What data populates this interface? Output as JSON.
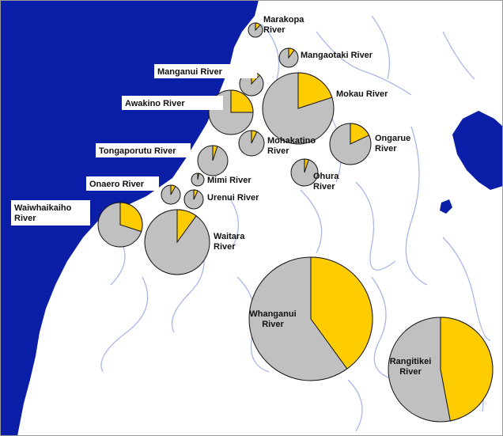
{
  "colors": {
    "sea": "#0a1ea8",
    "land": "#ffffff",
    "lake": "#0a1ea8",
    "rivers": "#a9b8e6",
    "pie_share": "#ffcc00",
    "pie_rest": "#c0c0c0",
    "pie_outline": "#111111"
  },
  "rivers": [
    {
      "id": "marakopa",
      "label": [
        "Marakopa",
        "River"
      ],
      "share": 0.12
    },
    {
      "id": "mangaotaki",
      "label": [
        "Mangaotaki River"
      ],
      "share": 0.1
    },
    {
      "id": "manganui",
      "label": [
        "Manganui River"
      ],
      "share": 0.12
    },
    {
      "id": "mokau",
      "label": [
        "Mokau River"
      ],
      "share": 0.2
    },
    {
      "id": "awakino",
      "label": [
        "Awakino River"
      ],
      "share": 0.25
    },
    {
      "id": "ongarue",
      "label": [
        "Ongarue",
        "River"
      ],
      "share": 0.18
    },
    {
      "id": "mohakatino",
      "label": [
        "Mohakatino",
        "River"
      ],
      "share": 0.07
    },
    {
      "id": "tongaporutu",
      "label": [
        "Tongaporutu River"
      ],
      "share": 0.05
    },
    {
      "id": "ohura",
      "label": [
        "Ohura",
        "River"
      ],
      "share": 0.05
    },
    {
      "id": "mimi",
      "label": [
        "Mimi River"
      ],
      "share": 0.03
    },
    {
      "id": "onaero",
      "label": [
        "Onaero River"
      ],
      "share": 0.08
    },
    {
      "id": "urenui",
      "label": [
        "Urenui River"
      ],
      "share": 0.07
    },
    {
      "id": "waiwhaikaiho",
      "label": [
        "Waiwhaikaiho",
        "River"
      ],
      "share": 0.3
    },
    {
      "id": "waitara",
      "label": [
        "Waitara",
        "River"
      ],
      "share": 0.1
    },
    {
      "id": "whanganui",
      "label": [
        "Whanganui",
        "River"
      ],
      "share": 0.4
    },
    {
      "id": "rangitikei",
      "label": [
        "Rangitikei",
        "River"
      ],
      "share": 0.47
    }
  ]
}
